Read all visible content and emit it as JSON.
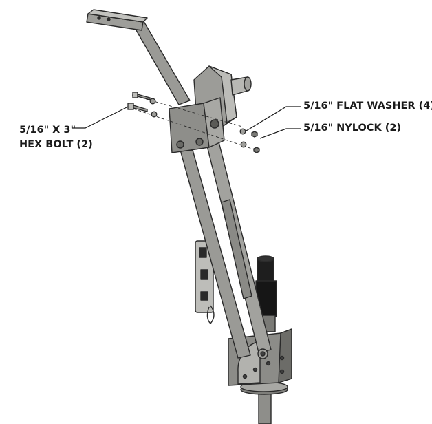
{
  "callouts": {
    "hex_bolt": {
      "line1": "5/16\" X 3\"",
      "line2": "HEX BOLT (2)"
    },
    "flat_washer": "5/16\" FLAT WASHER (4)",
    "nylock": "5/16\" NYLOCK (2)"
  },
  "colors": {
    "metal": "#9a9a96",
    "metal_dark": "#5e5e5a",
    "metal_light": "#c4c4c0",
    "outline": "#2a2a2a",
    "actuator": "#1e1e1e",
    "leader": "#1a1a1a"
  }
}
